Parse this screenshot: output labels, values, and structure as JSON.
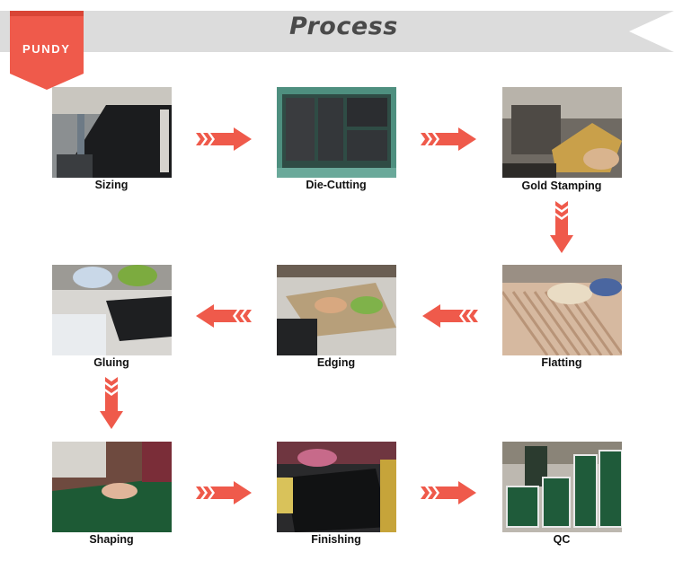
{
  "header": {
    "title": "Process"
  },
  "logo": {
    "text": "PUNDY"
  },
  "colors": {
    "accent": "#ef5a4b",
    "band": "#dcdcdc",
    "band_text": "#4a4a4a"
  },
  "steps": [
    {
      "label": "Sizing"
    },
    {
      "label": "Die-Cutting"
    },
    {
      "label": "Gold Stamping"
    },
    {
      "label": "Flatting"
    },
    {
      "label": "Edging"
    },
    {
      "label": "Gluing"
    },
    {
      "label": "Shaping"
    },
    {
      "label": "Finishing"
    },
    {
      "label": "QC"
    }
  ]
}
